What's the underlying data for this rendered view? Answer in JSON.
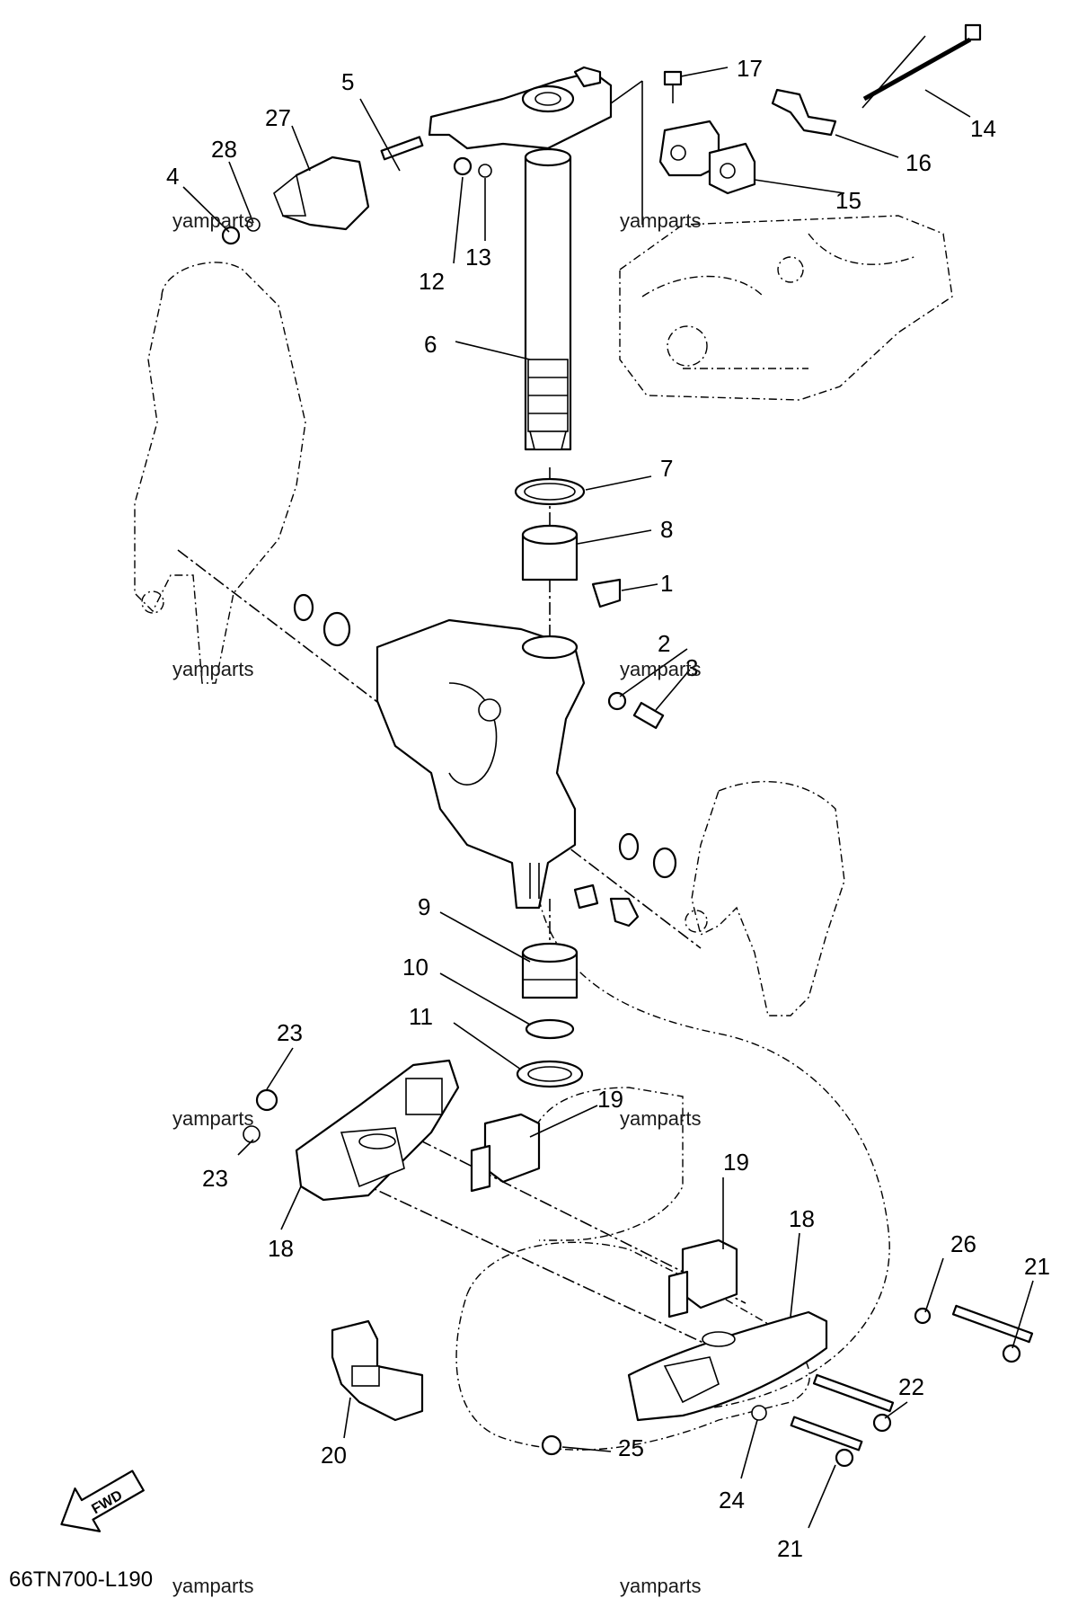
{
  "drawing_code": "66TN700-L190",
  "direction_arrow": "FWD",
  "watermark": "yamparts",
  "callouts": {
    "p1": "1",
    "p2": "2",
    "p3": "3",
    "p4": "4",
    "p5": "5",
    "p6": "6",
    "p7": "7",
    "p8": "8",
    "p9": "9",
    "p10": "10",
    "p11": "11",
    "p12": "12",
    "p13": "13",
    "p14": "14",
    "p15": "15",
    "p16": "16",
    "p17": "17",
    "p18a": "18",
    "p18b": "18",
    "p19a": "19",
    "p19b": "19",
    "p20": "20",
    "p21a": "21",
    "p21b": "21",
    "p22": "22",
    "p23a": "23",
    "p23b": "23",
    "p24": "24",
    "p25": "25",
    "p26": "26",
    "p27": "27",
    "p28": "28"
  }
}
